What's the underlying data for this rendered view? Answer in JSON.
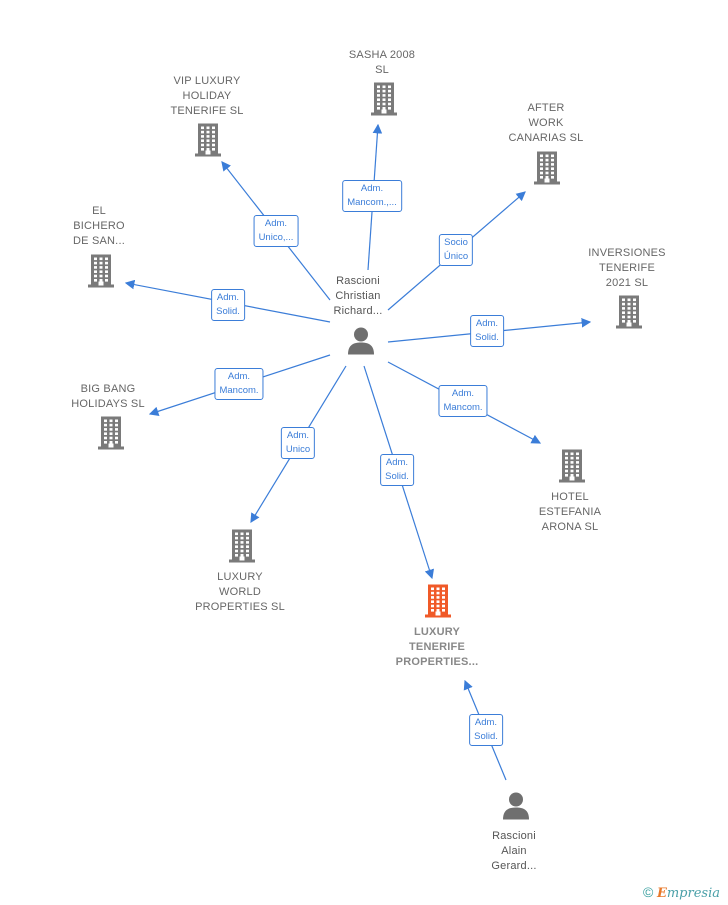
{
  "center": {
    "label": "Rascioni\nChristian\nRichard..."
  },
  "companies": [
    {
      "id": "sasha",
      "label": "SASHA 2008\nSL",
      "edge": "Adm.\nMancom.,..."
    },
    {
      "id": "vip",
      "label": "VIP LUXURY\nHOLIDAY\nTENERIFE  SL",
      "edge": "Adm.\nUnico,..."
    },
    {
      "id": "after",
      "label": "AFTER\nWORK\nCANARIAS  SL",
      "edge": "Socio\nÚnico"
    },
    {
      "id": "bichero",
      "label": "EL\nBICHERO\nDE SAN...",
      "edge": "Adm.\nSolid."
    },
    {
      "id": "inversiones",
      "label": "INVERSIONES\nTENERIFE\n2021  SL",
      "edge": "Adm.\nSolid."
    },
    {
      "id": "bigbang",
      "label": "BIG BANG\nHOLIDAYS  SL",
      "edge": "Adm.\nMancom."
    },
    {
      "id": "hotel",
      "label": "HOTEL\nESTEFANIA\nARONA  SL",
      "edge": "Adm.\nMancom."
    },
    {
      "id": "luxworld",
      "label": "LUXURY\nWORLD\nPROPERTIES SL",
      "edge": "Adm.\nUnico"
    },
    {
      "id": "luxtenerife",
      "label": "LUXURY\nTENERIFE\nPROPERTIES...",
      "edge": "Adm.\nSolid.",
      "focus": true
    }
  ],
  "second_person": {
    "label": "Rascioni\nAlain\nGerard...",
    "edge": "Adm.\nSolid."
  },
  "colors": {
    "edge": "#3b7dd8",
    "building": "#7a7a7a",
    "focus": "#f05a28",
    "person": "#6f6f6f"
  },
  "brand": {
    "copyright": "©",
    "initial": "E",
    "rest": "mpresia"
  }
}
